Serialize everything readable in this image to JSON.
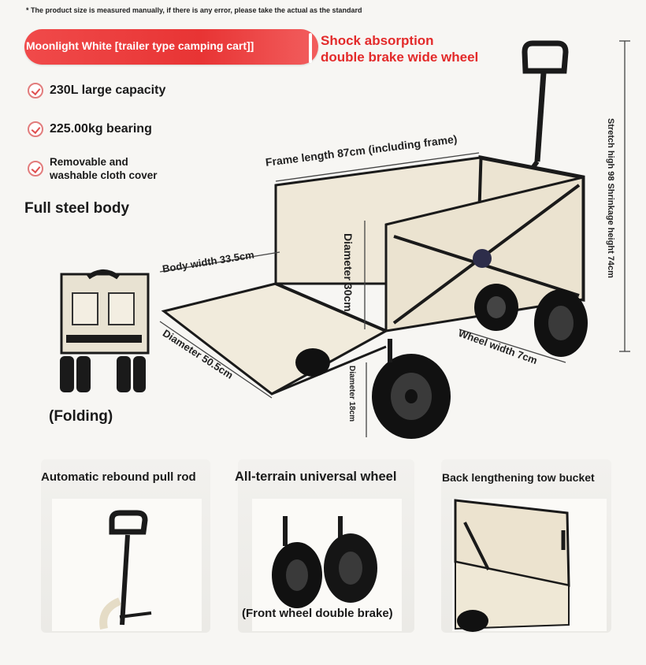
{
  "note": "* The product size is measured manually, if there is any error, please take the actual as the standard",
  "banner": {
    "text": "Moonlight White [trailer type camping cart]]"
  },
  "headline": {
    "line1": "Shock absorption",
    "line2": "double brake wide wheel"
  },
  "features": [
    {
      "text": "230L large capacity"
    },
    {
      "text": "225.00kg bearing"
    },
    {
      "line1": "Removable and",
      "line2": "washable cloth cover"
    }
  ],
  "steel_label": "Full steel body",
  "folding_label": "(Folding)",
  "dimensions": {
    "frame_length": "Frame length 87cm (including frame)",
    "body_width": "Body width 33.5cm",
    "diameter_30": "Diameter 30cm",
    "diameter_50": "Diameter 50.5cm",
    "diameter_18": "Diameter 18cm",
    "wheel_width": "Wheel width 7cm",
    "stretch_height": "Stretch high 98 Shrinkage height 74cm"
  },
  "panels": [
    {
      "title": "Automatic rebound pull rod"
    },
    {
      "title": "All-terrain universal wheel",
      "caption": "(Front wheel double brake)"
    },
    {
      "title": "Back lengthening tow bucket"
    }
  ],
  "colors": {
    "accent_red": "#e32a2a",
    "banner_red": "#f04a4a",
    "cloth": "#ece4d2",
    "frame": "#1a1a1a"
  }
}
